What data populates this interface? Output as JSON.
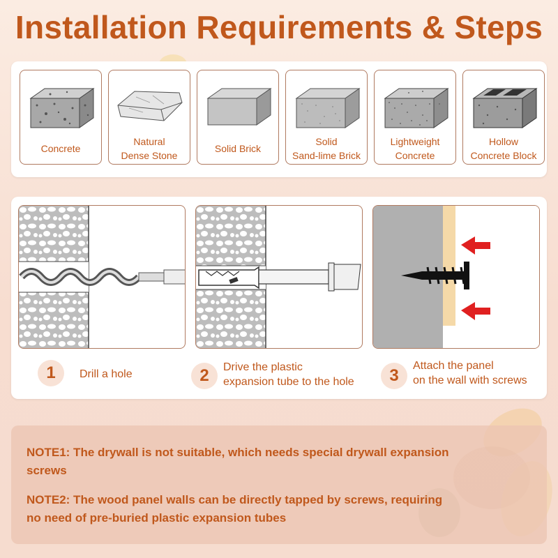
{
  "title": "Installation Requirements & Steps",
  "materials": [
    {
      "name": "concrete",
      "label": "Concrete"
    },
    {
      "name": "natural-dense-stone",
      "label": "Natural\nDense Stone"
    },
    {
      "name": "solid-brick",
      "label": "Solid Brick"
    },
    {
      "name": "solid-sand-lime-brick",
      "label": "Solid\nSand-lime Brick"
    },
    {
      "name": "lightweight-concrete",
      "label": "Lightweight\nConcrete"
    },
    {
      "name": "hollow-concrete-block",
      "label": "Hollow\nConcrete Block"
    }
  ],
  "steps": [
    {
      "number": "1",
      "text": "Drill a hole"
    },
    {
      "number": "2",
      "text": "Drive the plastic\nexpansion tube to the hole"
    },
    {
      "number": "3",
      "text": "Attach the panel\non the wall with screws"
    }
  ],
  "notes": [
    "NOTE1: The drywall is not suitable, which needs special drywall expansion screws",
    "NOTE2: The wood panel walls can be directly tapped by screws, requiring no need of pre-buried plastic expansion tubes"
  ],
  "colors": {
    "accent": "#c0581c",
    "card_border": "#b07a60",
    "arrow_red": "#e02020",
    "wall_gray": "#b0b0b0",
    "panel_wood": "#f5d9a8"
  }
}
